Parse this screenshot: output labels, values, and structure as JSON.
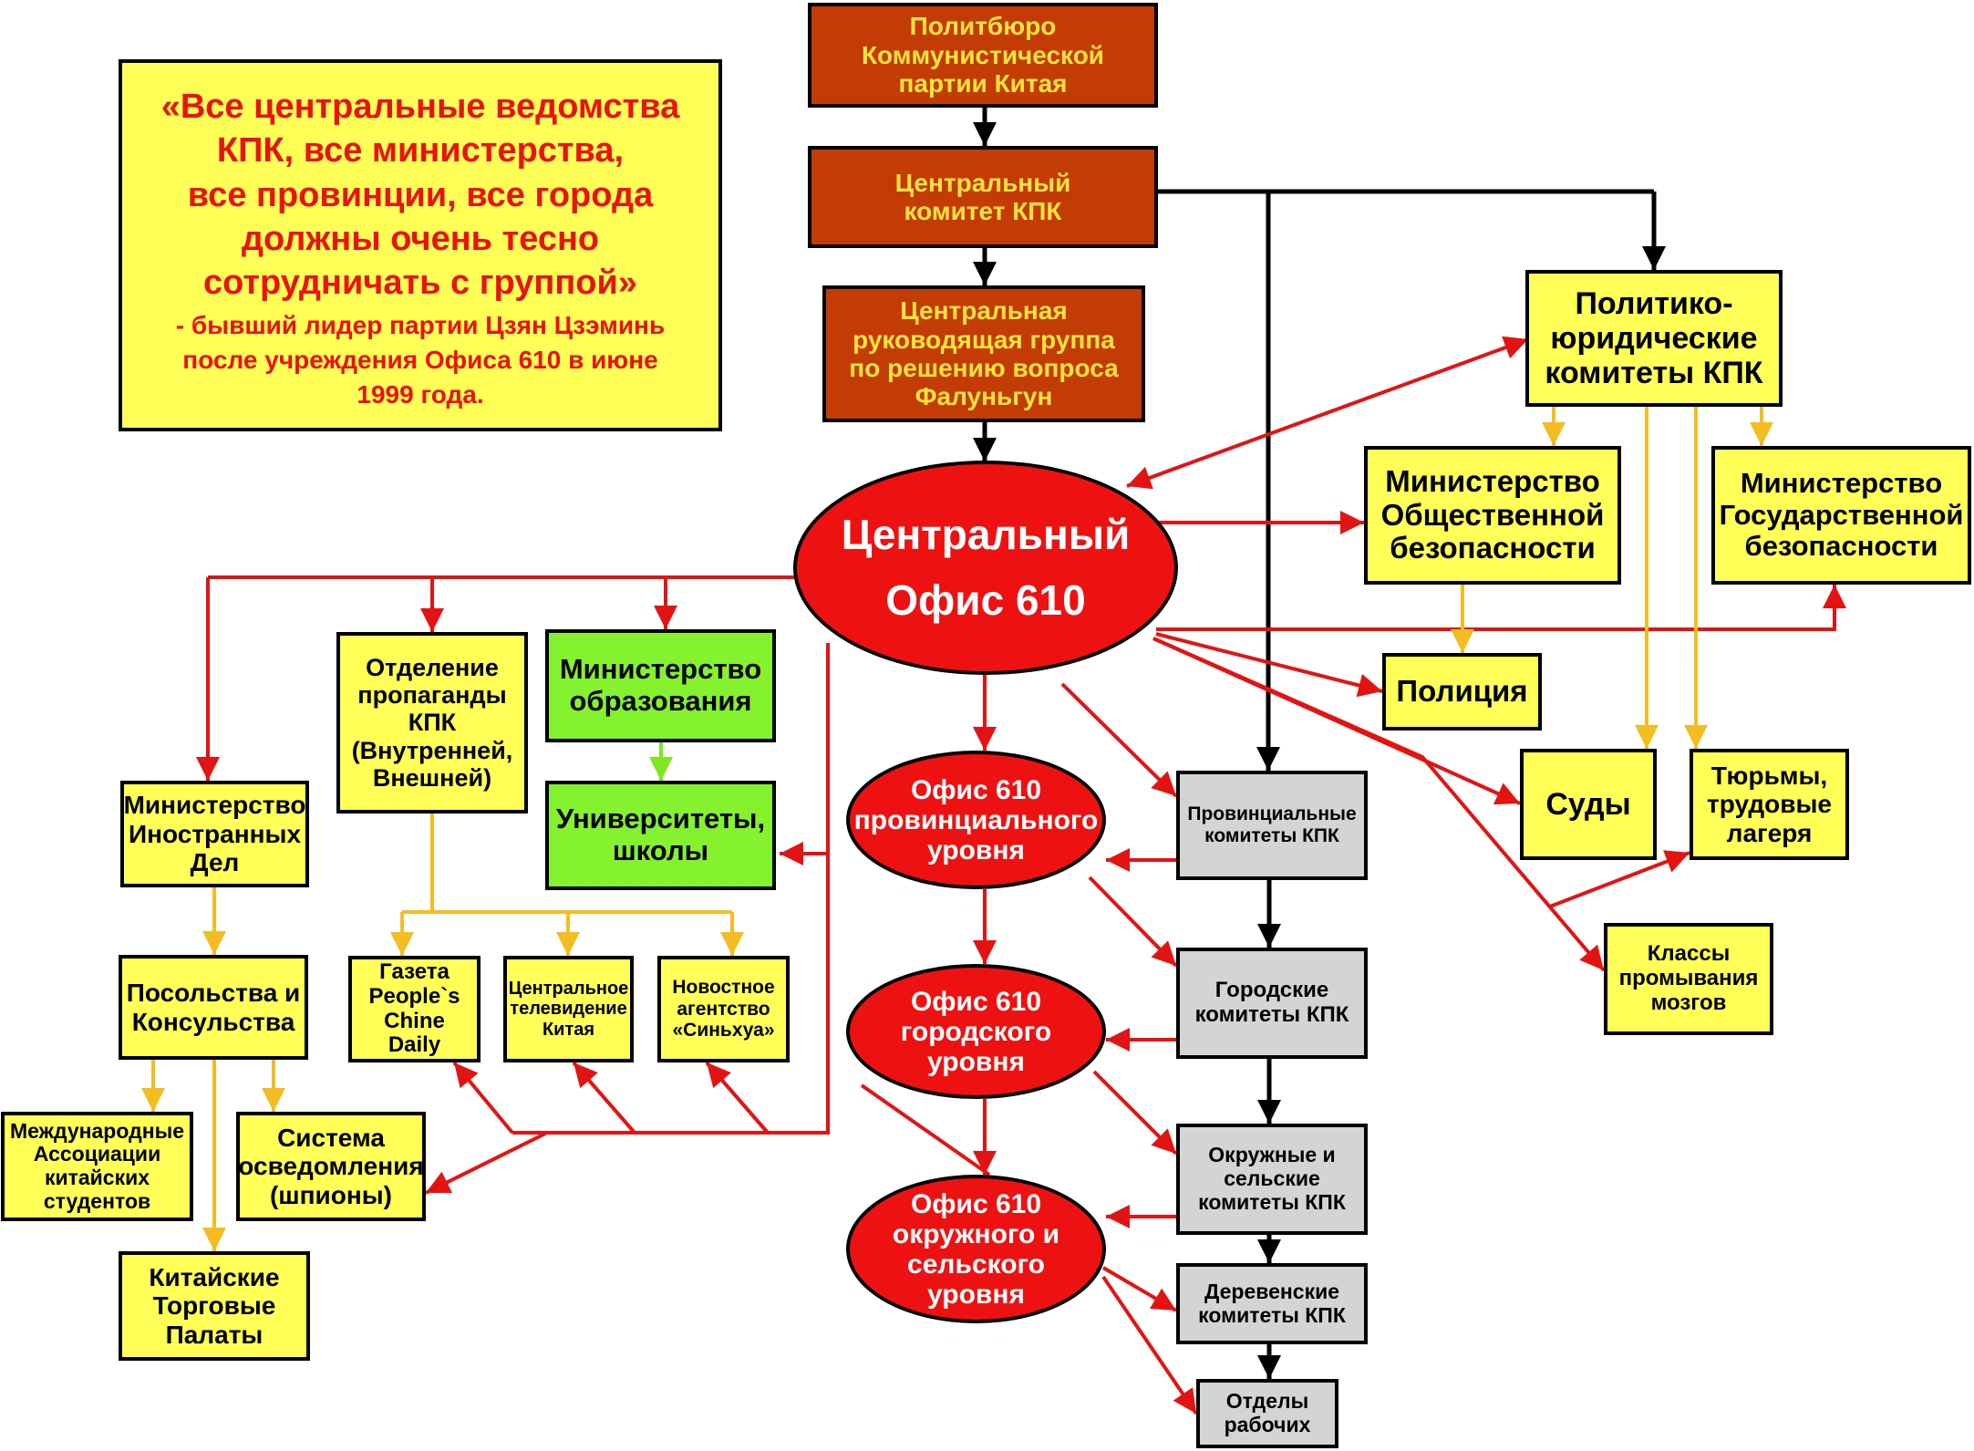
{
  "colors": {
    "brown": "#c33b05",
    "brown_text": "#ffe43b",
    "yellow": "#ffff57",
    "green": "#84f22e",
    "grey": "#d4d4d4",
    "red": "#ee1111",
    "red_arrow": "#e41313",
    "yellow_arrow": "#f3bd22",
    "green_arrow": "#7de81d",
    "black_arrow": "#000000",
    "quote_text": "#e8130f"
  },
  "quote": {
    "main": "«Все центральные ведомства\nКПК, все министерства,\nвсе провинции, все города\nдолжны очень тесно\nсотрудничать с группой»",
    "attribution": "- бывший лидер партии Цзян Цзэминь\nпосле учреждения Офиса 610 в июне\n1999 года."
  },
  "nodes": {
    "politburo": "Политбюро\nКоммунистической\nпартии Китая",
    "central_committee": "Центральный\nкомитет КПК",
    "leading_group": "Центральная\nруководящая группа\nпо решению вопроса\nФалуньгун",
    "central_office": "Центральный\nОфис 610",
    "political_legal": "Политико-\nюридические\nкомитеты КПК",
    "public_security": "Министерство\nОбщественной\nбезопасности",
    "state_security": "Министерство\nГосударственной\nбезопасности",
    "police": "Полиция",
    "courts": "Суды",
    "prisons": "Тюрьмы,\nтрудовые\nлагеря",
    "brainwash": "Классы\nпромывания\nмозгов",
    "propaganda": "Отделение\nпропаганды\nКПК\n(Внутренней,\nВнешней)",
    "education": "Министерство\nобразования",
    "universities": "Университеты,\nшколы",
    "foreign_affairs": "Министерство\nИностранных\nДел",
    "embassies": "Посольства и\nКонсульства",
    "student_assoc": "Международные\nАссоциации\nкитайских\nстудентов",
    "intel_system": "Система\nосведомления\n(шпионы)",
    "chambers": "Китайские\nТорговые\nПалаты",
    "peoples_daily": "Газета\nPeople`s\nChine\nDaily",
    "cctv": "Центральное\nтелевидение\nКитая",
    "xinhua": "Новостное\nагентство\n«Синьхуа»",
    "office_province": "Офис 610\nпровинциального\nуровня",
    "office_city": "Офис 610\nгородского\nуровня",
    "office_district": "Офис 610\nокружного и\nсельского\nуровня",
    "prov_committees": "Провинциальные\nкомитеты КПК",
    "city_committees": "Городские\nкомитеты КПК",
    "district_committees": "Окружные и\nсельские\nкомитеты КПК",
    "village_committees": "Деревенские\nкомитеты КПК",
    "workers": "Отделы\nрабочих"
  }
}
